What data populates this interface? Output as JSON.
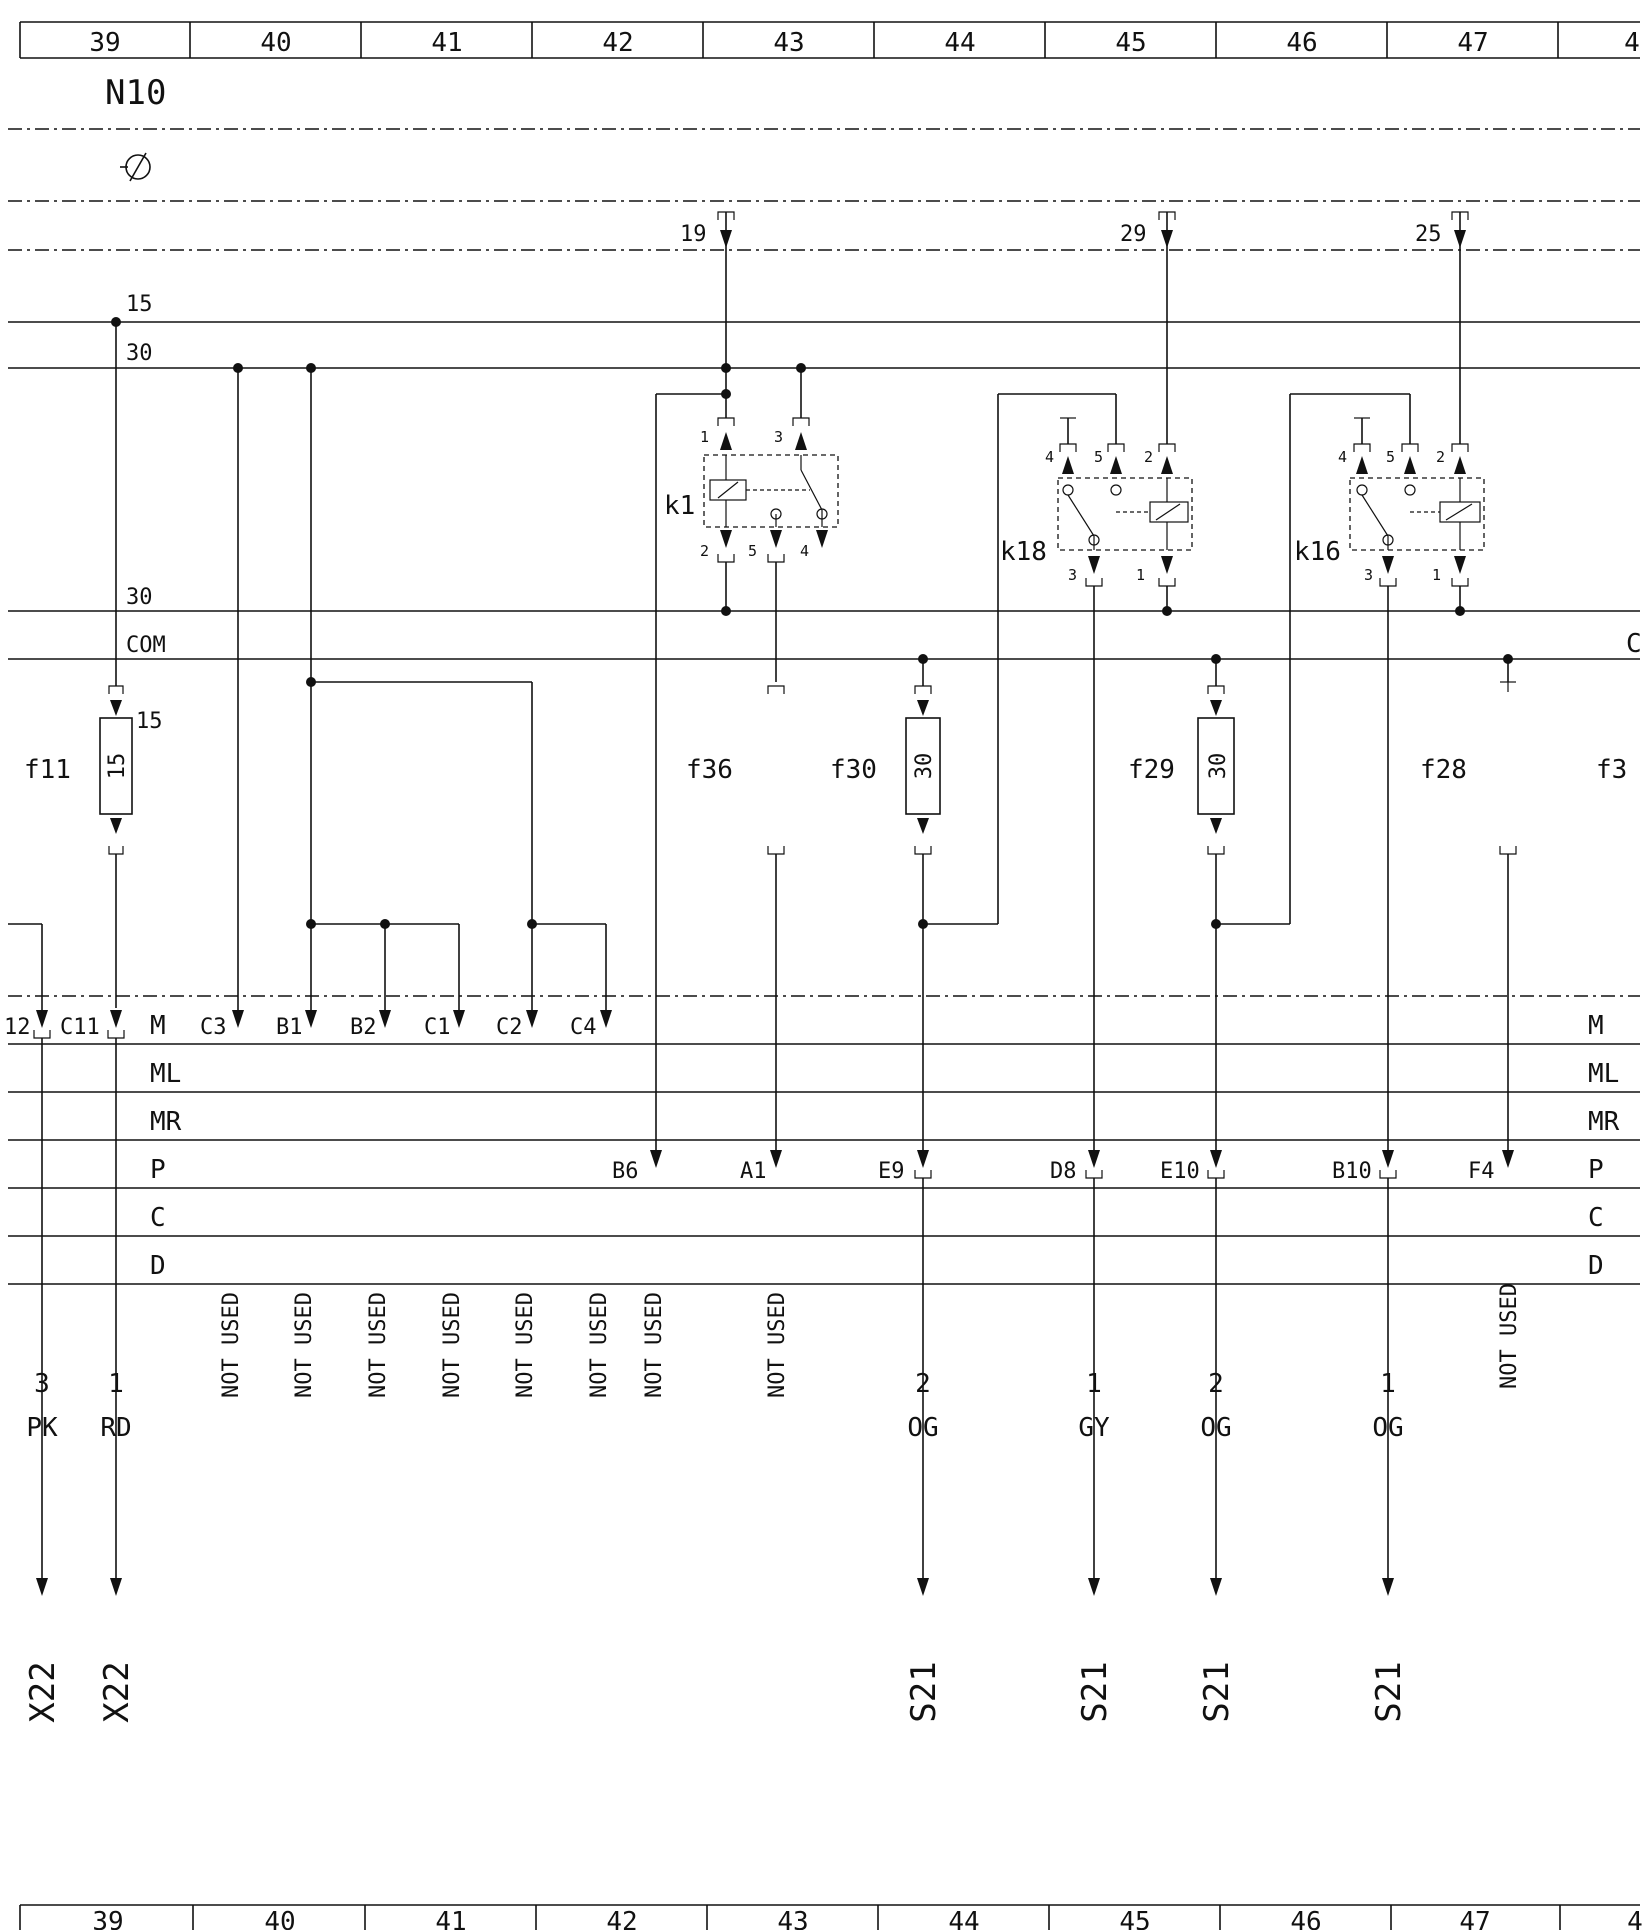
{
  "ruler_columns": [
    "39",
    "40",
    "41",
    "42",
    "43",
    "44",
    "45",
    "46",
    "47",
    "4"
  ],
  "header": {
    "module": "N10"
  },
  "buses": {
    "ign": "15",
    "batt": "30",
    "batt_lower": "30",
    "com": "COM"
  },
  "com_right_cut": "C",
  "top_terminals": [
    "19",
    "29",
    "25"
  ],
  "relays": [
    {
      "id": "k1",
      "pins": [
        "1",
        "3",
        "2",
        "5",
        "4"
      ]
    },
    {
      "id": "k18",
      "pins": [
        "4",
        "5",
        "2",
        "3",
        "1"
      ]
    },
    {
      "id": "k16",
      "pins": [
        "4",
        "5",
        "2",
        "3",
        "1"
      ]
    }
  ],
  "fuses": [
    {
      "id": "f11",
      "rating": "15",
      "pin": "15"
    },
    {
      "id": "f36",
      "rating": ""
    },
    {
      "id": "f30",
      "rating": "30"
    },
    {
      "id": "f29",
      "rating": "30"
    },
    {
      "id": "f28",
      "rating": ""
    },
    {
      "id": "f31_cut",
      "label": "f3"
    }
  ],
  "connector_rows": [
    "M",
    "ML",
    "MR",
    "P",
    "C",
    "D"
  ],
  "row_M_pins": [
    "12",
    "C11",
    "C3",
    "B1",
    "B2",
    "C1",
    "C2",
    "C4"
  ],
  "row_P_pins": [
    "B6",
    "A1",
    "E9",
    "D8",
    "E10",
    "B10",
    "F4"
  ],
  "not_used": "NOT USED",
  "outputs": [
    {
      "pin": "3",
      "color": "PK",
      "dest": "X22"
    },
    {
      "pin": "1",
      "color": "RD",
      "dest": "X22"
    },
    {
      "pin": "2",
      "color": "OG",
      "dest": "S21"
    },
    {
      "pin": "1",
      "color": "GY",
      "dest": "S21"
    },
    {
      "pin": "2",
      "color": "OG",
      "dest": "S21"
    },
    {
      "pin": "1",
      "color": "OG",
      "dest": "S21"
    }
  ]
}
